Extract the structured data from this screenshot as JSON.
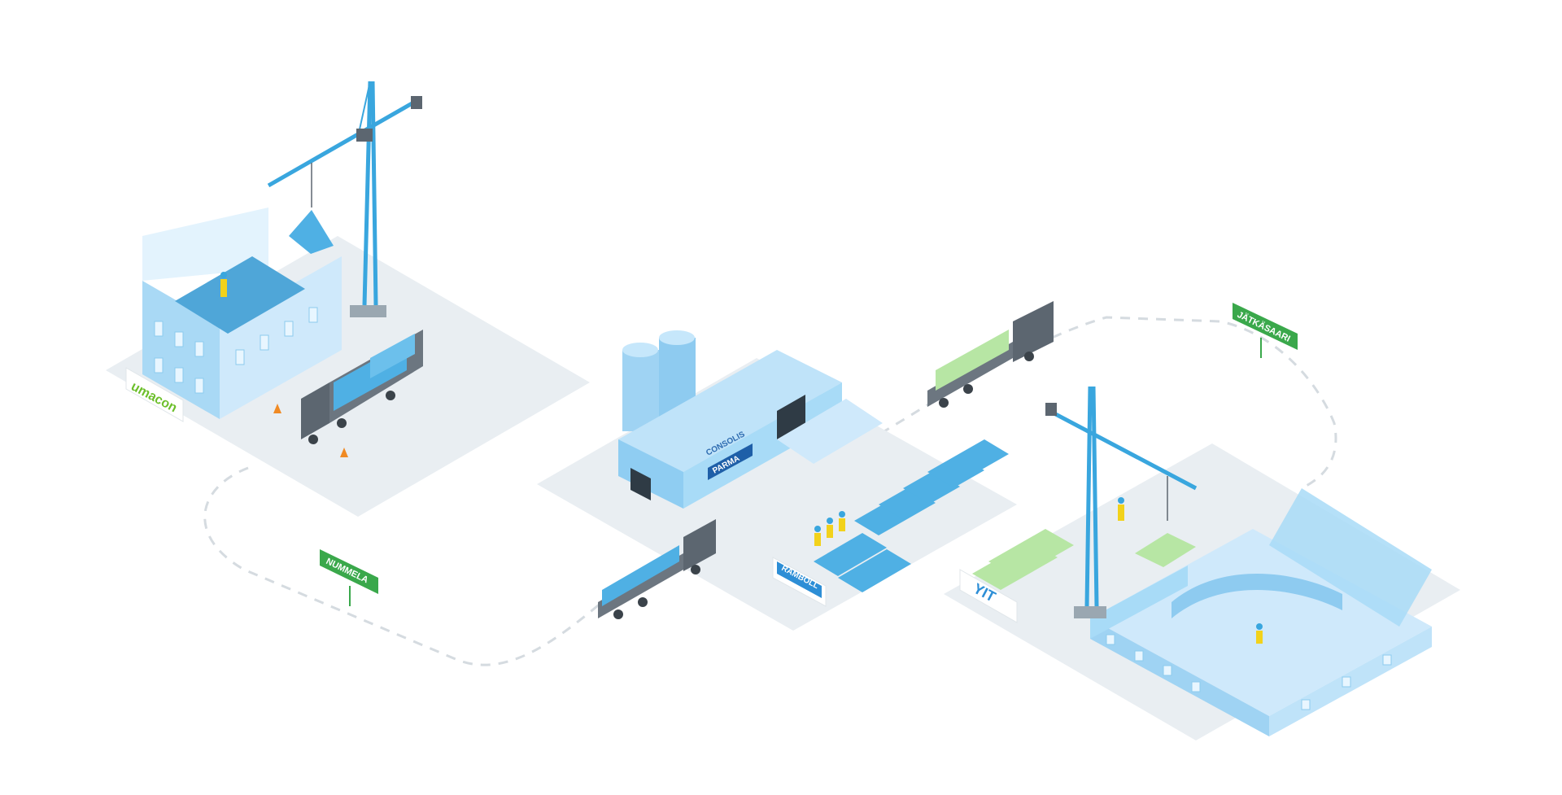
{
  "logos": {
    "umacon": "umacon",
    "consolis": "CONSOLIS",
    "parma": "PARMA",
    "ramboll": "RAMBOLL",
    "yit": "YIT"
  },
  "signs": {
    "nummela": "NUMMELA",
    "jatkasaari": "JÄTKÄSAARI"
  },
  "colors": {
    "ground": "#e9eef2",
    "building_light": "#cfe9fb",
    "building_mid": "#9fd3f3",
    "building_dark": "#6bb8e6",
    "crane": "#39a6de",
    "truck_cab": "#5c6670",
    "slab_blue": "#4fb0e4",
    "slab_green": "#b7e6a4",
    "sign_green": "#3aa84b",
    "parma_blue": "#1e5fa8",
    "path": "#d5dbe0",
    "worker_yellow": "#f2d21b"
  }
}
